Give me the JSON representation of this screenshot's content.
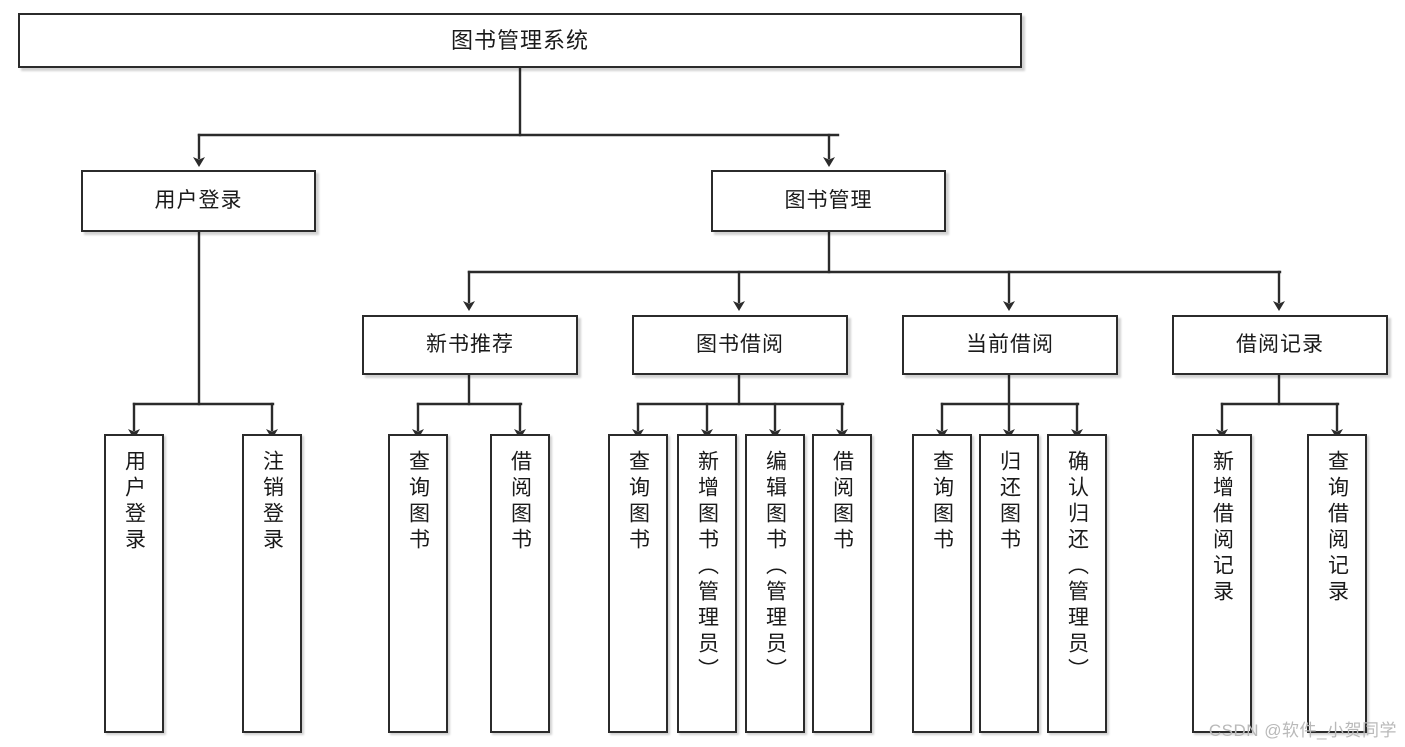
{
  "diagram": {
    "title": "图书管理系统",
    "type": "tree-hierarchy-diagram",
    "watermark": "CSDN @软件_小贺同学",
    "colors": {
      "box_border": "#2b2b2b",
      "box_fill": "#ffffff",
      "connector": "#2b2b2b",
      "text": "#1a1a1a",
      "watermark": "#b9b9b9",
      "background": "#ffffff"
    },
    "root": {
      "label": "图书管理系统"
    },
    "level2": [
      {
        "label": "用户登录"
      },
      {
        "label": "图书管理"
      }
    ],
    "level3": [
      {
        "label": "新书推荐"
      },
      {
        "label": "图书借阅"
      },
      {
        "label": "当前借阅"
      },
      {
        "label": "借阅记录"
      }
    ],
    "leaves": {
      "user_login": [
        {
          "label": "用户登录"
        },
        {
          "label": "注销登录"
        }
      ],
      "new_book_recommend": [
        {
          "label": "查询图书"
        },
        {
          "label": "借阅图书"
        }
      ],
      "book_borrow": [
        {
          "label": "查询图书"
        },
        {
          "label": "新增图书（管理员）"
        },
        {
          "label": "编辑图书（管理员）"
        },
        {
          "label": "借阅图书"
        }
      ],
      "current_borrow": [
        {
          "label": "查询图书"
        },
        {
          "label": "归还图书"
        },
        {
          "label": "确认归还（管理员）"
        }
      ],
      "borrow_record": [
        {
          "label": "新增借阅记录"
        },
        {
          "label": "查询借阅记录"
        }
      ]
    }
  }
}
